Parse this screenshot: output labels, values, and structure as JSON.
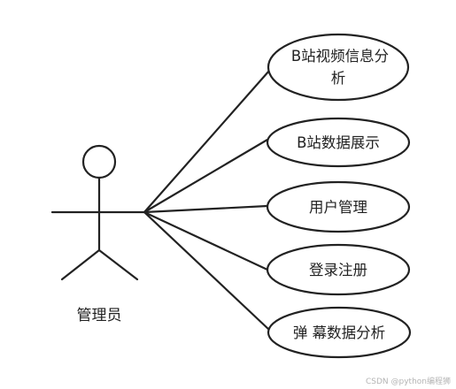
{
  "actor": {
    "label": "管理员"
  },
  "use_cases": [
    {
      "line1": "B站视频信息分",
      "line2": "析"
    },
    {
      "line1": "B站数据展示"
    },
    {
      "line1": "用户管理"
    },
    {
      "line1": "登录注册"
    },
    {
      "line1": "弹 幕数据分析"
    }
  ],
  "watermark": "CSDN @python编程狮",
  "colors": {
    "stroke": "#222222",
    "text": "#222222",
    "watermark": "#b4b4b4"
  }
}
